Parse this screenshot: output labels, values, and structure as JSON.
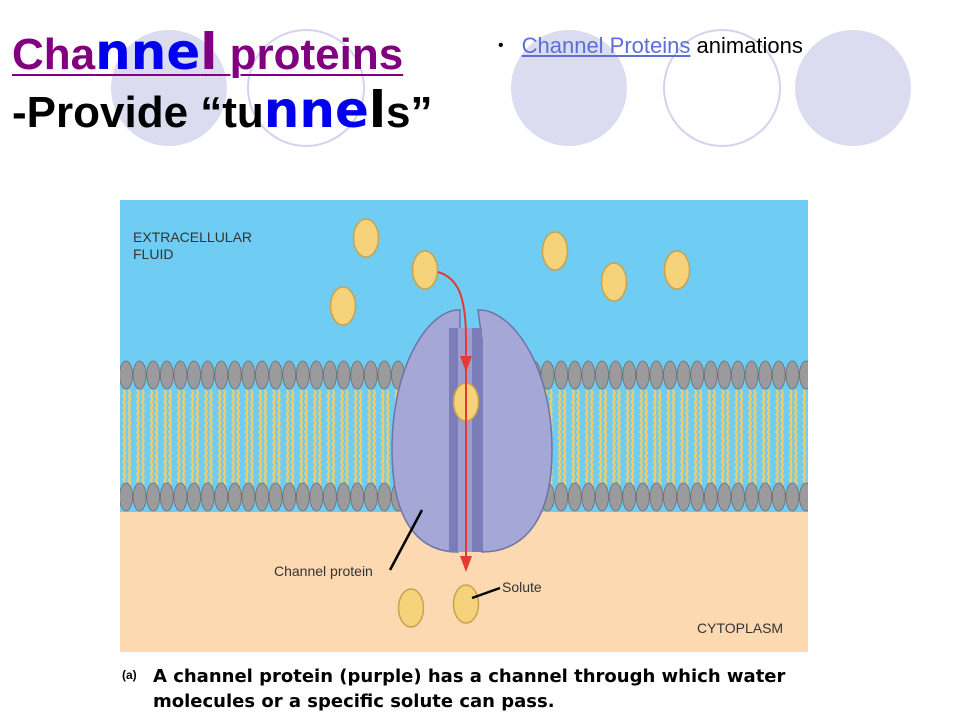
{
  "title": {
    "line1": [
      "Cha",
      "nne",
      "l",
      " proteins"
    ],
    "line2": [
      "-Provide “tu",
      "nne",
      "l",
      "s”"
    ]
  },
  "bullet": {
    "link_text": "Channel Proteins",
    "suffix": " animations"
  },
  "diagram": {
    "labels": {
      "extracellular_line1": "EXTRACELLULAR",
      "extracellular_line2": "FLUID",
      "channel_protein": "Channel protein",
      "solute": "Solute",
      "cytoplasm": "CYTOPLASM"
    },
    "colors": {
      "extracellular": "#6fcdf3",
      "cytoplasm": "#fdd9b1",
      "lipid_head": "#9b9b9d",
      "lipid_tail": "#f3cc6a",
      "protein": "#a5a8d7",
      "protein_shadow": "#7a7db8",
      "solute": "#f6d27a",
      "arrow": "#e53935"
    }
  },
  "caption": {
    "tag": "(a)",
    "text": "A channel protein (purple) has a channel through which water molecules or a specific solute can pass."
  }
}
